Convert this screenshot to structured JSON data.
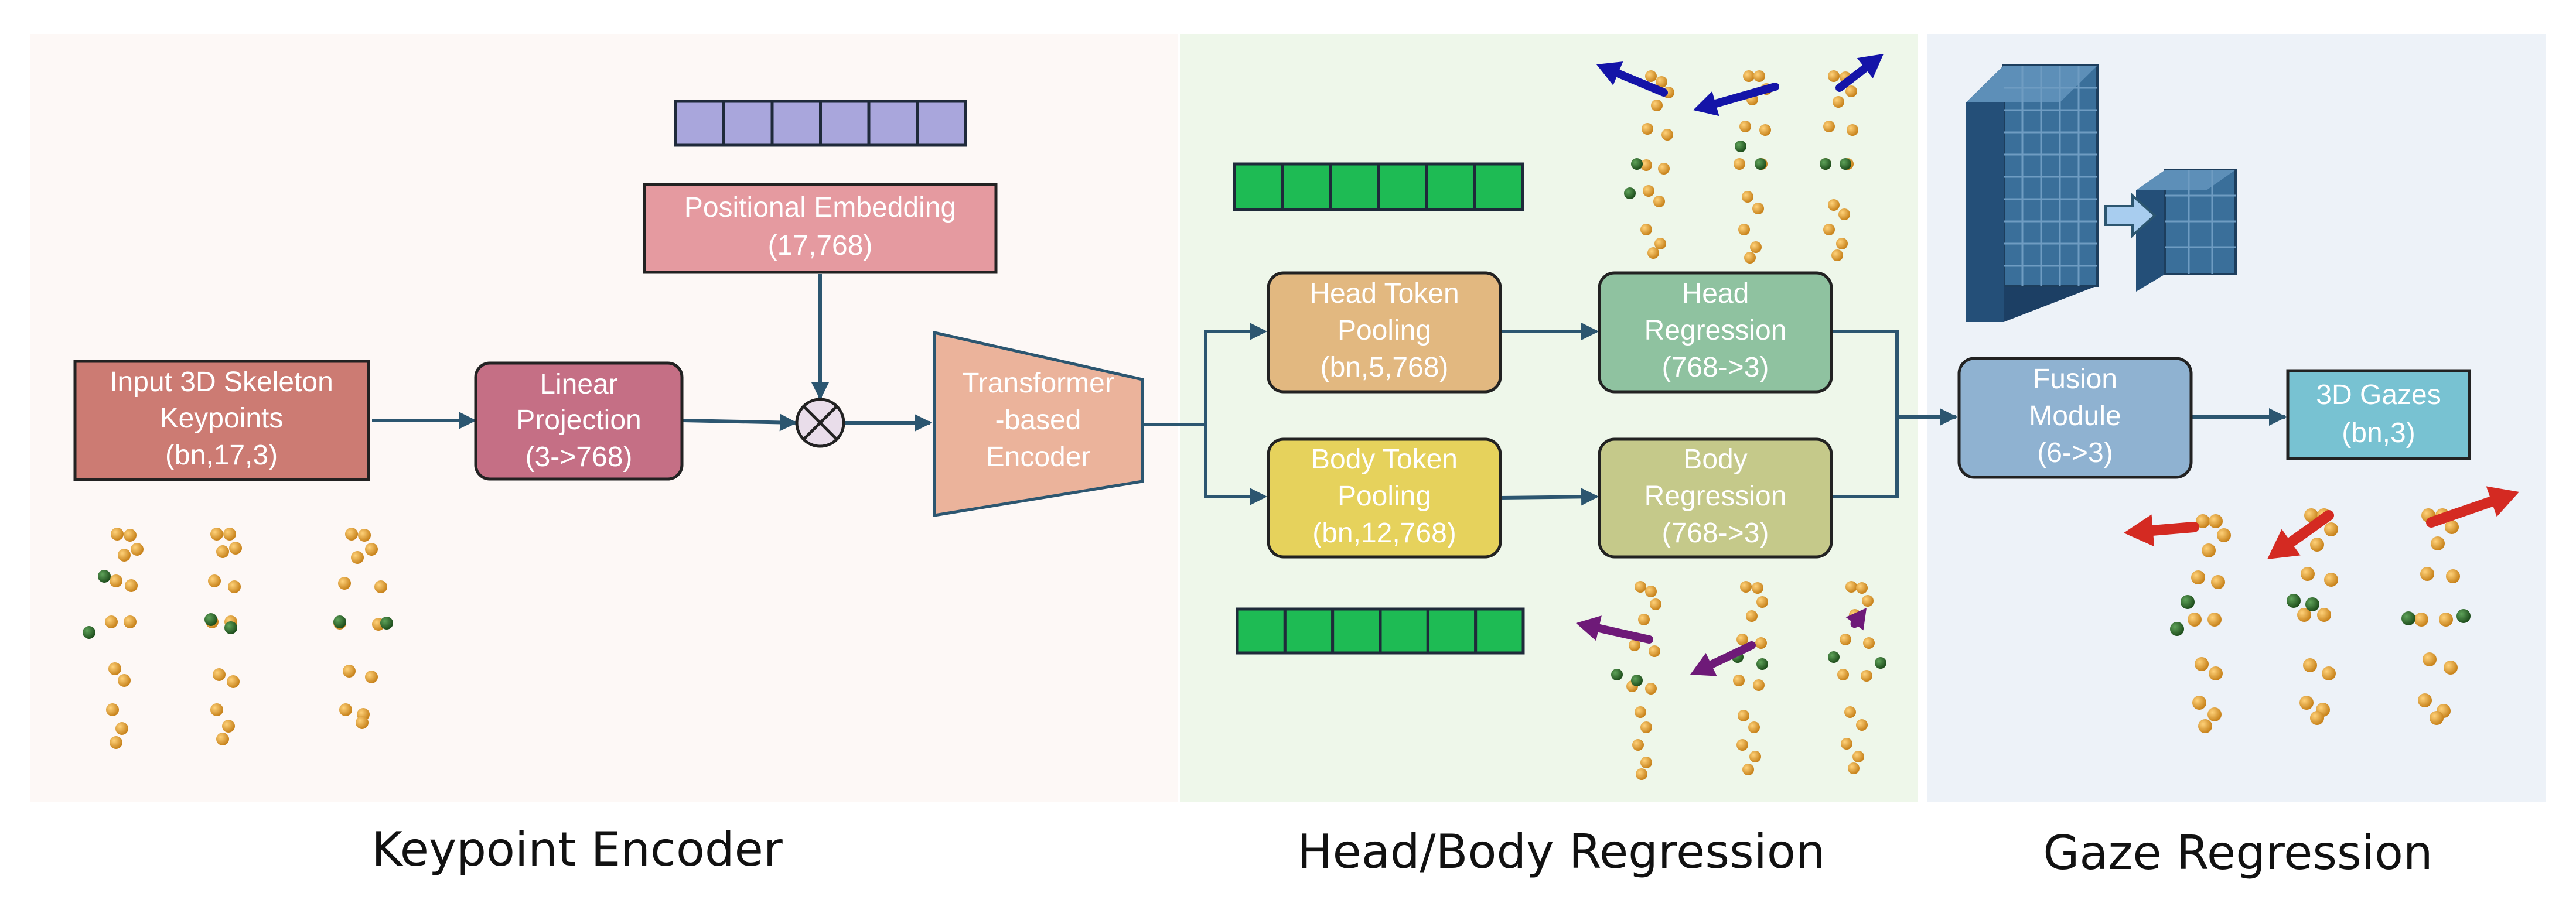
{
  "sections": {
    "keypoint_encoder": "Keypoint Encoder",
    "head_body_regression": "Head/Body Regression",
    "gaze_regression": "Gaze Regression"
  },
  "nodes": {
    "input": [
      "Input 3D Skeleton",
      "Keypoints",
      "(bn,17,3)"
    ],
    "linear": [
      "Linear",
      "Projection",
      "(3->768)"
    ],
    "positional": [
      "Positional Embedding",
      "(17,768)"
    ],
    "transformer": [
      "Transformer",
      "-based",
      "Encoder"
    ],
    "head_pool": [
      "Head Token",
      "Pooling",
      "(bn,5,768)"
    ],
    "body_pool": [
      "Body Token",
      "Pooling",
      "(bn,12,768)"
    ],
    "head_reg": [
      "Head",
      "Regression",
      "(768->3)"
    ],
    "body_reg": [
      "Body",
      "Regression",
      "(768->3)"
    ],
    "fusion": [
      "Fusion",
      "Module",
      "(6->3)"
    ],
    "gazes": [
      "3D Gazes",
      "(bn,3)"
    ]
  },
  "icons": {
    "combine": "circle-times-icon",
    "token_strip": "token-strip-icon",
    "feature_map": "feature-map-cube-icon",
    "skeleton": "skeleton-keypoints-icon",
    "arrow": "direction-arrow-icon"
  },
  "colors": {
    "encoder_bg": "#fdf8f6",
    "regression_bg": "#eef7ea",
    "gaze_bg": "#edf2f8",
    "edge": "#2c5670",
    "joint": "#e0a12c",
    "joint_special": "#2f6b2c",
    "token_purple": "#a9a6dc",
    "token_green": "#1ebb54",
    "head_arrow": "#1414a8",
    "body_arrow": "#6e1a78",
    "gaze_arrow": "#d42a22"
  }
}
